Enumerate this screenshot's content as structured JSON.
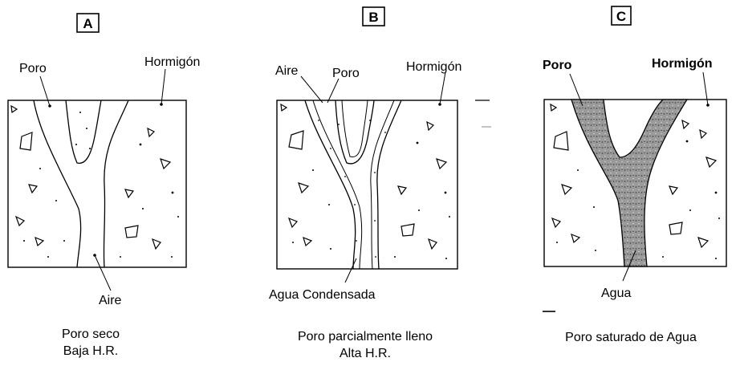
{
  "panels": [
    {
      "id": "A",
      "letter": "A",
      "labels": {
        "pore": "Poro",
        "concrete": "Hormigón",
        "bottom": "Aire"
      },
      "caption": {
        "line1": "Poro seco",
        "line2": "Baja H.R."
      }
    },
    {
      "id": "B",
      "letter": "B",
      "labels": {
        "air": "Aire",
        "pore": "Poro",
        "concrete": "Hormigón",
        "bottom": "Agua Condensada"
      },
      "caption": {
        "line1": "Poro parcialmente lleno",
        "line2": "Alta H.R."
      }
    },
    {
      "id": "C",
      "letter": "C",
      "labels": {
        "pore": "Poro",
        "concrete": "Hormigón",
        "bottom": "Agua"
      },
      "caption": {
        "line1": "Poro saturado de Agua"
      }
    }
  ],
  "colors": {
    "line": "#000000",
    "water_fill": "#9a9a9a",
    "background": "#ffffff"
  }
}
